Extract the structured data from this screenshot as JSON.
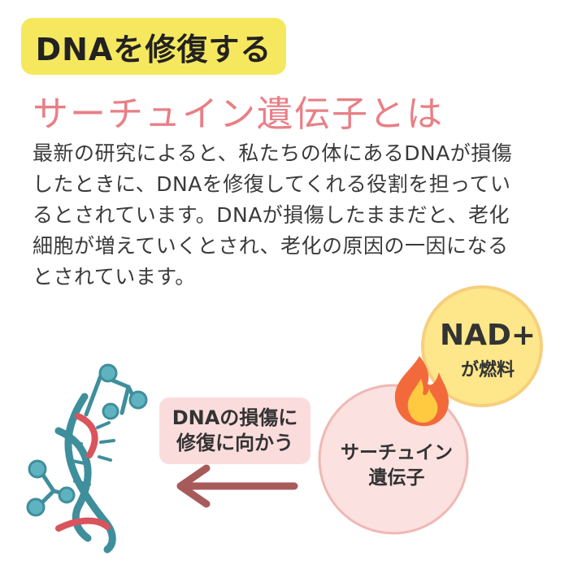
{
  "header": {
    "tag": "DNAを修復する",
    "title": "サーチュイン遺伝子とは"
  },
  "body": {
    "lines": [
      "最新の研究によると、私たちの体にあるDNAが損傷",
      "したときに、DNAを修復してくれる役割を担ってい",
      "るとされています。DNAが損傷したままだと、老化",
      "細胞が増えていくとされ、老化の原因の一因になる",
      "とされています。"
    ]
  },
  "diagram": {
    "repair_label_1": "DNAの損傷に",
    "repair_label_2": "修復に向かう",
    "nad_label": "NAD+",
    "nad_sub": "が燃料",
    "sirtuin_1": "サーチュイン",
    "sirtuin_2": "遺伝子"
  },
  "colors": {
    "tag_bg": "#f6e85e",
    "title": "#e97f86",
    "dna_teal": "#3f8e9b",
    "dna_red": "#d9545c",
    "arrow": "#a85a5a",
    "nad_circle": "#fde78a",
    "sirtuin_circle": "#fbe1df",
    "flame": "#f26a3b"
  },
  "icons": [
    "dna-icon",
    "fire-icon",
    "arrow-left-icon"
  ]
}
